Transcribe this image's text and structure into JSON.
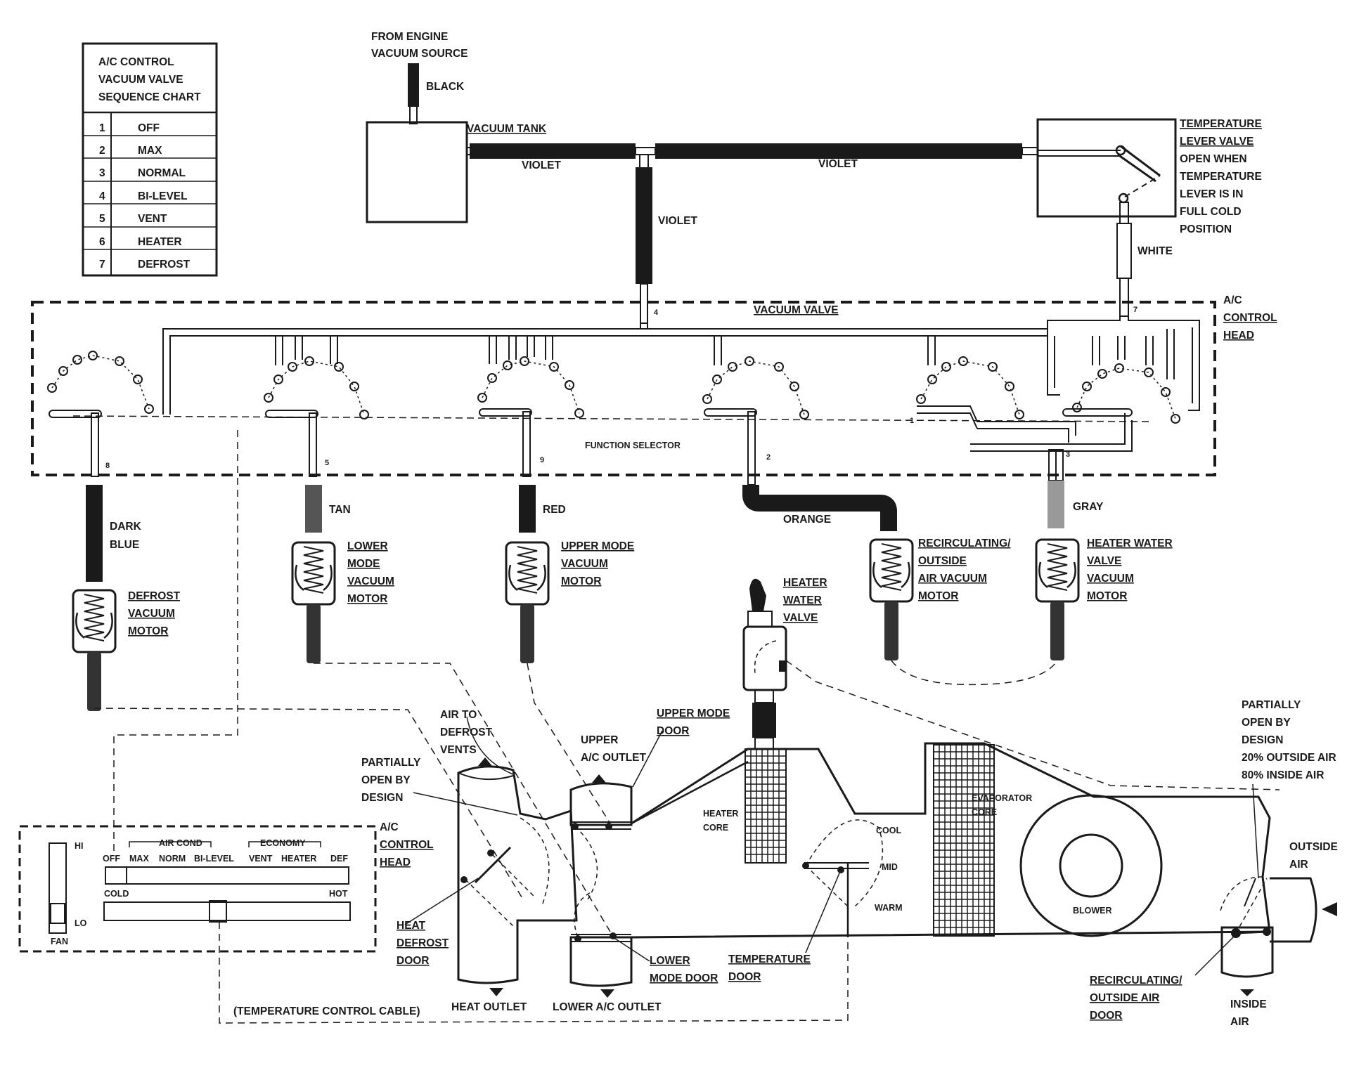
{
  "sequence_chart": {
    "title": [
      "A/C CONTROL",
      "VACUUM VALVE",
      "SEQUENCE CHART"
    ],
    "rows": [
      {
        "num": "1",
        "mode": "OFF"
      },
      {
        "num": "2",
        "mode": "MAX"
      },
      {
        "num": "3",
        "mode": "NORMAL"
      },
      {
        "num": "4",
        "mode": "BI-LEVEL"
      },
      {
        "num": "5",
        "mode": "VENT"
      },
      {
        "num": "6",
        "mode": "HEATER"
      },
      {
        "num": "7",
        "mode": "DEFROST"
      }
    ]
  },
  "source": {
    "line1": "FROM ENGINE",
    "line2": "VACUUM SOURCE",
    "hose": "BLACK"
  },
  "vacuum_tank": "VACUUM TANK",
  "hose_colors": {
    "violet_a": "VIOLET",
    "violet_b": "VIOLET",
    "violet_c": "VIOLET",
    "white": "WHITE",
    "dark_blue_1": "DARK",
    "dark_blue_2": "BLUE",
    "tan": "TAN",
    "red": "RED",
    "orange": "ORANGE",
    "gray": "GRAY"
  },
  "temp_lever_valve": {
    "title1": "TEMPERATURE",
    "title2": "LEVER VALVE",
    "desc": [
      "OPEN WHEN",
      "TEMPERATURE",
      "LEVER IS IN",
      "FULL COLD",
      "POSITION"
    ]
  },
  "vacuum_valve": "VACUUM VALVE",
  "control_head_top": [
    "A/C",
    "CONTROL",
    "HEAD"
  ],
  "function_selector": "FUNCTION SELECTOR",
  "port_numbers": {
    "p4": "4",
    "p7": "7",
    "p8": "8",
    "p5": "5",
    "p9": "9",
    "p2": "2",
    "p3": "3",
    "p1": "1"
  },
  "motors": {
    "defrost": [
      "DEFROST",
      "VACUUM",
      "MOTOR"
    ],
    "lower": [
      "LOWER",
      "MODE",
      "VACUUM",
      "MOTOR"
    ],
    "upper": [
      "UPPER MODE",
      "VACUUM",
      "MOTOR"
    ],
    "recirc": [
      "RECIRCULATING/",
      "OUTSIDE",
      "AIR VACUUM",
      "MOTOR"
    ],
    "heater_water": [
      "HEATER WATER",
      "VALVE",
      "VACUUM",
      "MOTOR"
    ]
  },
  "heater_water_valve": [
    "HEATER",
    "WATER",
    "VALVE"
  ],
  "ducts": {
    "air_to_defrost": [
      "AIR TO",
      "DEFROST",
      "VENTS"
    ],
    "upper_outlet": [
      "UPPER",
      "A/C OUTLET"
    ],
    "upper_mode_door": [
      "UPPER MODE",
      "DOOR"
    ],
    "partially_open_left": [
      "PARTIALLY",
      "OPEN BY",
      "DESIGN"
    ],
    "heater_core": [
      "HEATER",
      "CORE"
    ],
    "cool": "COOL",
    "mid": "MID",
    "warm": "WARM",
    "evaporator_core": [
      "EVAPORATOR",
      "CORE"
    ],
    "blower": "BLOWER",
    "partially_open_right": [
      "PARTIALLY",
      "OPEN BY",
      "DESIGN",
      "20% OUTSIDE AIR",
      "80% INSIDE AIR"
    ],
    "outside_air": [
      "OUTSIDE",
      "AIR"
    ],
    "heat_defrost_door": [
      "HEAT",
      "DEFROST",
      "DOOR"
    ],
    "heat_outlet": "HEAT OUTLET",
    "lower_outlet": "LOWER A/C OUTLET",
    "lower_mode_door": [
      "LOWER",
      "MODE DOOR"
    ],
    "temperature_door": [
      "TEMPERATURE",
      "DOOR"
    ],
    "recirc_door": [
      "RECIRCULATING/",
      "OUTSIDE AIR",
      "DOOR"
    ],
    "inside_air": [
      "INSIDE",
      "AIR"
    ]
  },
  "control_panel": {
    "label": [
      "A/C",
      "CONTROL",
      "HEAD"
    ],
    "hi": "HI",
    "lo": "LO",
    "fan": "FAN",
    "air_cond": "AIR COND",
    "economy": "ECONOMY",
    "modes": [
      "OFF",
      "MAX",
      "NORM",
      "BI-LEVEL",
      "VENT",
      "HEATER",
      "DEF"
    ],
    "cold": "COLD",
    "hot": "HOT",
    "cable": "(TEMPERATURE CONTROL CABLE)"
  }
}
